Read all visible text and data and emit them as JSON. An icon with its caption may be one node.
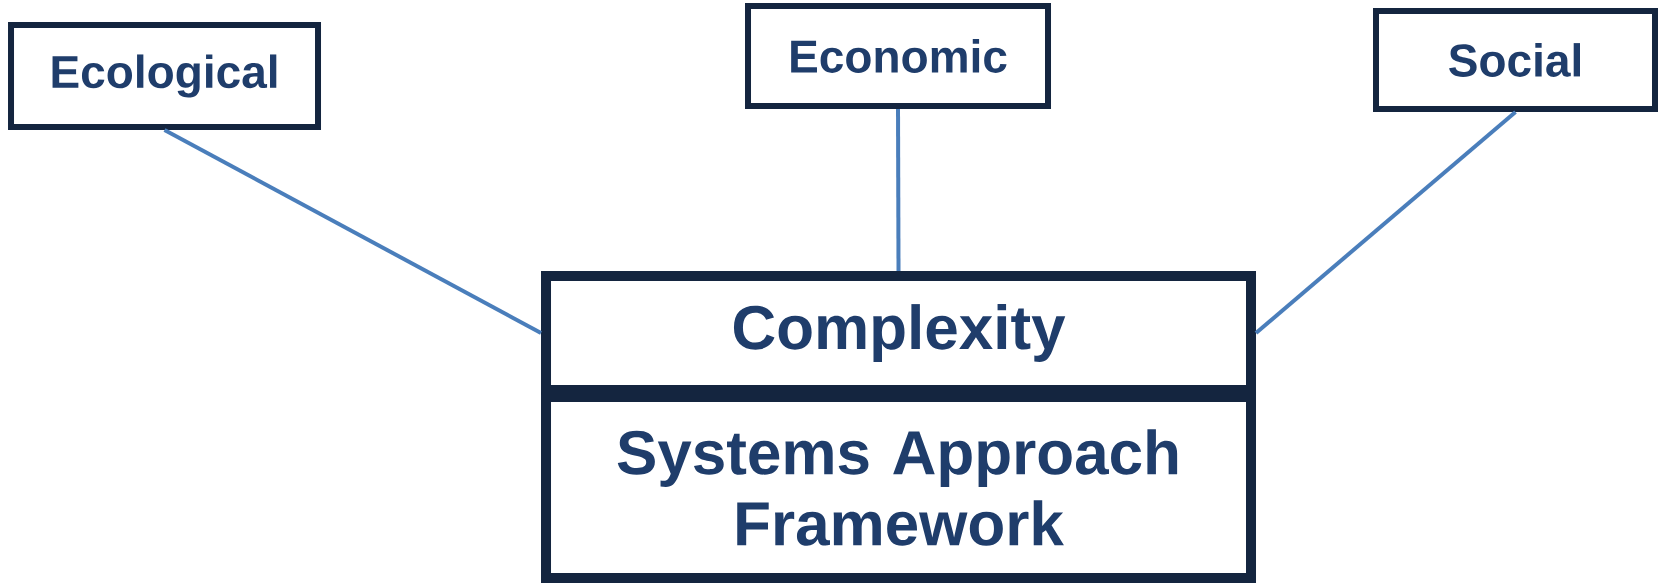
{
  "diagram": {
    "nodes": [
      {
        "text": [
          "Ecological"
        ]
      },
      {
        "text": [
          "Economic"
        ]
      },
      {
        "text": [
          "Social"
        ]
      },
      {
        "text": [
          "Complexity"
        ]
      },
      {
        "text": [
          "Systems Approach Framework"
        ]
      }
    ],
    "edges": [
      {
        "from": 0,
        "to": 3,
        "arrow": "none"
      },
      {
        "from": 1,
        "to": 3,
        "arrow": "none"
      },
      {
        "from": 2,
        "to": 3,
        "arrow": "none"
      }
    ]
  }
}
